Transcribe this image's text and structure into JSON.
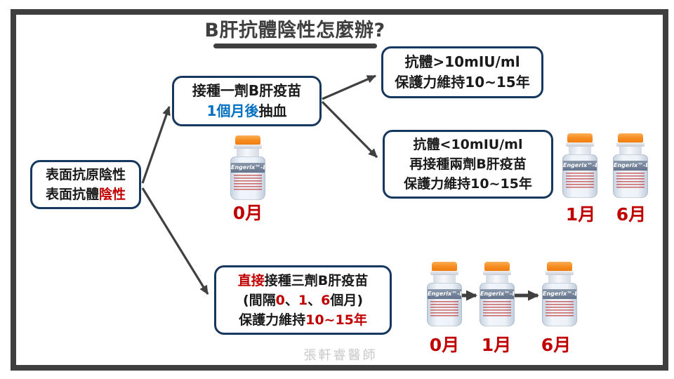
{
  "colors": {
    "red": "#C00000",
    "blue": "#0070C0",
    "black": "#1A1A1A",
    "frame_gray": "#3F3F3F",
    "box_border_navy": "#17375E",
    "arrow_gray": "#404040",
    "vial_cap_orange": "#F68B1F",
    "watermark_gray": "#C9C9C9"
  },
  "title": {
    "text": "B肝抗體陰性怎麼辦?"
  },
  "boxes": {
    "start": {
      "lines": [
        [
          {
            "t": "表面抗原陰性"
          }
        ],
        [
          {
            "t": "表面抗體"
          },
          {
            "t": "陰性",
            "c": "red"
          }
        ]
      ]
    },
    "step1": {
      "lines": [
        [
          {
            "t": "接種一劑B肝疫苗"
          }
        ],
        [
          {
            "t": "1個月後",
            "c": "blue"
          },
          {
            "t": "抽血"
          }
        ]
      ]
    },
    "outcome_high": {
      "lines": [
        [
          {
            "t": "抗體>10mIU/ml"
          }
        ],
        [
          {
            "t": "保護力維持10~15年"
          }
        ]
      ]
    },
    "outcome_low": {
      "lines": [
        [
          {
            "t": "抗體<10mIU/ml"
          }
        ],
        [
          {
            "t": "再接種兩劑B肝疫苗"
          }
        ],
        [
          {
            "t": "保護力維持10~15年"
          }
        ]
      ]
    },
    "direct": {
      "lines": [
        [
          {
            "t": "直接",
            "c": "red"
          },
          {
            "t": "接種三劑B肝疫苗"
          }
        ],
        [
          {
            "t": "(間隔"
          },
          {
            "t": "0",
            "c": "red"
          },
          {
            "t": "、"
          },
          {
            "t": "1",
            "c": "red"
          },
          {
            "t": "、"
          },
          {
            "t": "6",
            "c": "red"
          },
          {
            "t": "個月)"
          }
        ],
        [
          {
            "t": "保護力維持"
          },
          {
            "t": "10~15年",
            "c": "red"
          }
        ]
      ]
    }
  },
  "vial": {
    "brand": "Engerix™-B"
  },
  "timelines": {
    "step1_month": "0月",
    "outcome_low_months": [
      "1月",
      "6月"
    ],
    "direct_months": [
      "0月",
      "1月",
      "6月"
    ]
  },
  "watermark": "張軒睿醫師"
}
